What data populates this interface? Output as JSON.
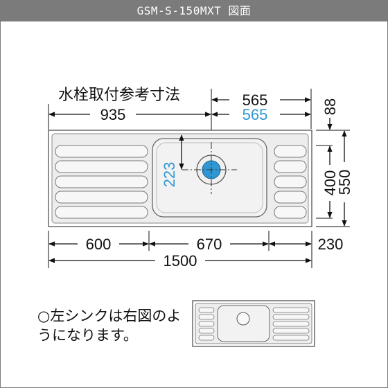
{
  "title": "GSM-S-150MXT 図面",
  "faucet_label": "水栓取付参考寸法",
  "dimensions": {
    "top_left": "935",
    "top_right": "565",
    "top_right_blue": "565",
    "right_small": "88",
    "faucet_offset_blue": "223",
    "right_inner": "400",
    "right_outer": "550",
    "bottom_left": "600",
    "bottom_mid": "670",
    "bottom_right": "230",
    "total_width": "1500"
  },
  "note": "○左シンクは右図のようになります。",
  "colors": {
    "title_bg": "#7b7b7b",
    "accent_blue": "#2f98d4",
    "steel": "#e9e9e9"
  }
}
